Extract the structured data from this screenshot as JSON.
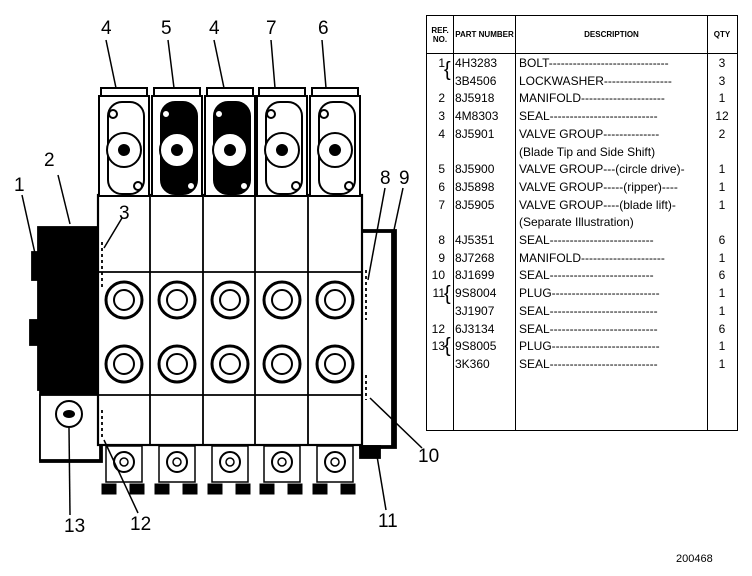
{
  "callouts": {
    "c1": "1",
    "c2": "2",
    "c3": "3",
    "c4a": "4",
    "c5": "5",
    "c4b": "4",
    "c7": "7",
    "c6": "6",
    "c8": "8",
    "c9": "9",
    "c10": "10",
    "c11": "11",
    "c12": "12",
    "c13": "13"
  },
  "table": {
    "headers": {
      "ref": "REF. NO.",
      "part": "PART NUMBER",
      "desc": "DESCRIPTION",
      "qty": "QTY"
    },
    "rows": [
      {
        "ref": "1",
        "part": "4H3283",
        "desc": "BOLT------------------------------",
        "qty": "3"
      },
      {
        "ref": "",
        "part": "3B4506",
        "desc": "LOCKWASHER-----------------",
        "qty": "3"
      },
      {
        "ref": "2",
        "part": "8J5918",
        "desc": "MANIFOLD---------------------",
        "qty": "1"
      },
      {
        "ref": "3",
        "part": "4M8303",
        "desc": "SEAL---------------------------",
        "qty": "12"
      },
      {
        "ref": "4",
        "part": "8J5901",
        "desc": "VALVE GROUP--------------",
        "qty": "2"
      },
      {
        "ref": "",
        "part": "",
        "desc": "(Blade Tip and Side Shift)",
        "qty": ""
      },
      {
        "ref": "5",
        "part": "8J5900",
        "desc": "VALVE GROUP---(circle drive)-",
        "qty": "1"
      },
      {
        "ref": "6",
        "part": "8J5898",
        "desc": "VALVE GROUP-----(ripper)----",
        "qty": "1"
      },
      {
        "ref": "7",
        "part": "8J5905",
        "desc": "VALVE GROUP----(blade lift)-",
        "qty": "1"
      },
      {
        "ref": "",
        "part": "",
        "desc": "(Separate Illustration)",
        "qty": ""
      },
      {
        "ref": "8",
        "part": "4J5351",
        "desc": "SEAL--------------------------",
        "qty": "6"
      },
      {
        "ref": "9",
        "part": "8J7268",
        "desc": "MANIFOLD---------------------",
        "qty": "1"
      },
      {
        "ref": "10",
        "part": "8J1699",
        "desc": "SEAL--------------------------",
        "qty": "6"
      },
      {
        "ref": "11",
        "part": "9S8004",
        "desc": "PLUG---------------------------",
        "qty": "1"
      },
      {
        "ref": "",
        "part": "3J1907",
        "desc": "SEAL---------------------------",
        "qty": "1"
      },
      {
        "ref": "12",
        "part": "6J3134",
        "desc": "SEAL---------------------------",
        "qty": "6"
      },
      {
        "ref": "13",
        "part": "9S8005",
        "desc": "PLUG---------------------------",
        "qty": "1"
      },
      {
        "ref": "",
        "part": "3K360",
        "desc": "SEAL---------------------------",
        "qty": "1"
      }
    ]
  },
  "catalog_number": "200468"
}
